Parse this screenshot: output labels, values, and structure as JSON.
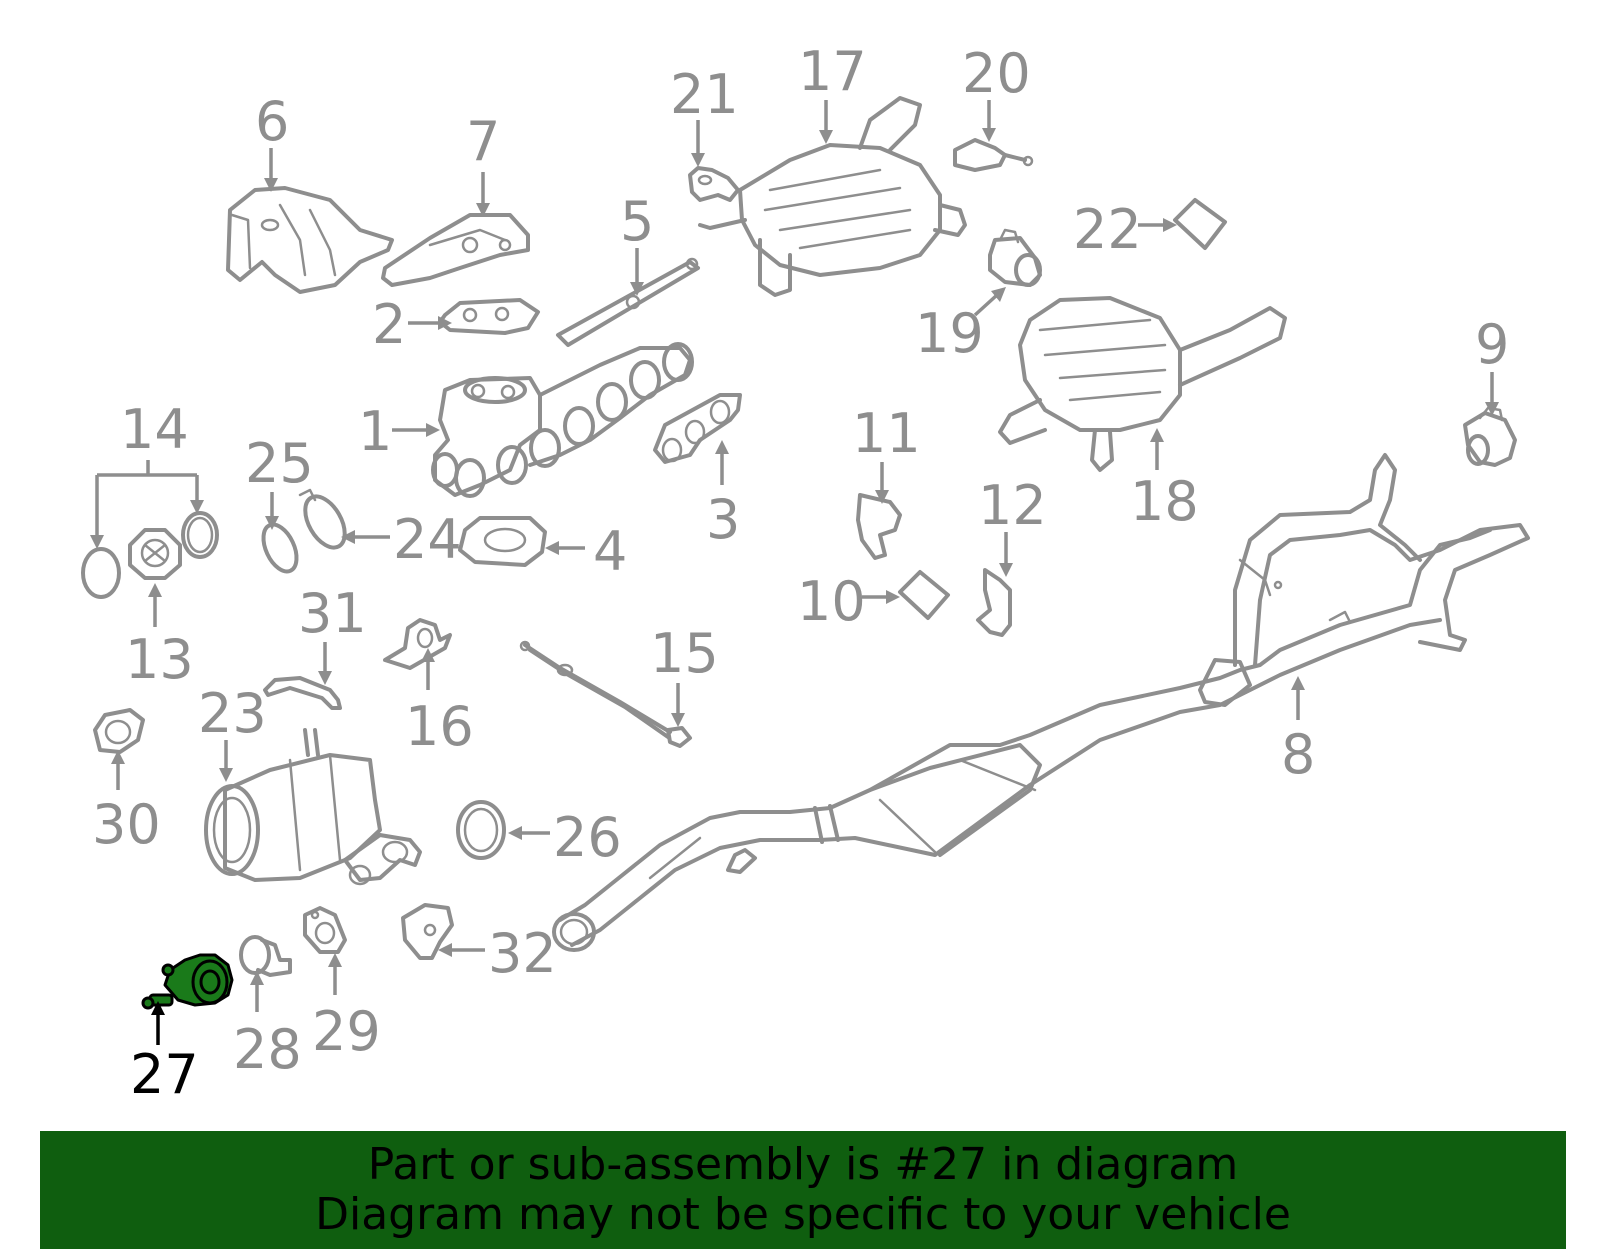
{
  "callouts": [
    {
      "id": "1",
      "label": "1"
    },
    {
      "id": "2",
      "label": "2"
    },
    {
      "id": "3",
      "label": "3"
    },
    {
      "id": "4",
      "label": "4"
    },
    {
      "id": "5",
      "label": "5"
    },
    {
      "id": "6",
      "label": "6"
    },
    {
      "id": "7",
      "label": "7"
    },
    {
      "id": "8",
      "label": "8"
    },
    {
      "id": "9",
      "label": "9"
    },
    {
      "id": "10",
      "label": "10"
    },
    {
      "id": "11",
      "label": "11"
    },
    {
      "id": "12",
      "label": "12"
    },
    {
      "id": "13",
      "label": "13"
    },
    {
      "id": "14",
      "label": "14"
    },
    {
      "id": "15",
      "label": "15"
    },
    {
      "id": "16",
      "label": "16"
    },
    {
      "id": "17",
      "label": "17"
    },
    {
      "id": "18",
      "label": "18"
    },
    {
      "id": "19",
      "label": "19"
    },
    {
      "id": "20",
      "label": "20"
    },
    {
      "id": "21",
      "label": "21"
    },
    {
      "id": "22",
      "label": "22"
    },
    {
      "id": "23",
      "label": "23"
    },
    {
      "id": "24",
      "label": "24"
    },
    {
      "id": "25",
      "label": "25"
    },
    {
      "id": "26",
      "label": "26"
    },
    {
      "id": "27",
      "label": "27"
    },
    {
      "id": "28",
      "label": "28"
    },
    {
      "id": "29",
      "label": "29"
    },
    {
      "id": "30",
      "label": "30"
    },
    {
      "id": "31",
      "label": "31"
    },
    {
      "id": "32",
      "label": "32"
    }
  ],
  "highlighted_part": "27",
  "colors": {
    "line": "#8e8e8e",
    "highlight_line": "#000000",
    "highlight_fill": "#1a7a1a",
    "banner_bg": "#0f5e0f",
    "banner_text": "#000000"
  },
  "banner": {
    "line1": "Part or sub-assembly is #27 in diagram",
    "line2": "Diagram may not be specific to your vehicle"
  }
}
